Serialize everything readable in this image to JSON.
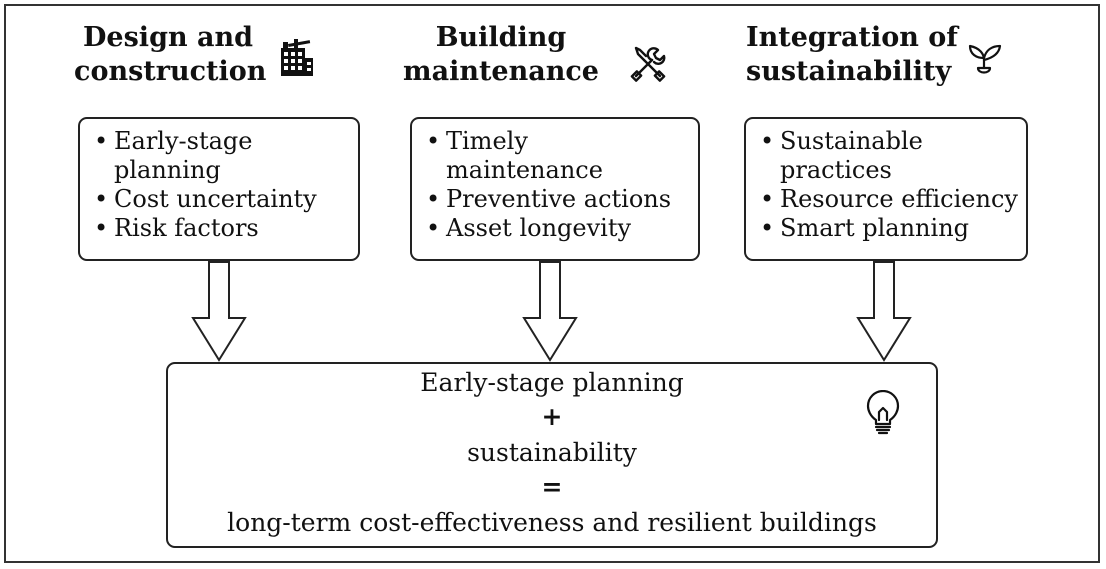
{
  "columns": [
    {
      "title_lines": [
        "Design and",
        "construction"
      ],
      "icon": "building-icon",
      "items": [
        "Early-stage planning",
        "Cost uncertainty",
        "Risk factors"
      ]
    },
    {
      "title_lines": [
        "Building",
        "maintenance"
      ],
      "icon": "tools-icon",
      "items": [
        "Timely maintenance",
        "Preventive actions",
        "Asset longevity"
      ]
    },
    {
      "title_lines": [
        "Integration of",
        "sustainability"
      ],
      "icon": "sprout-icon",
      "items": [
        "Sustainable practices",
        "Resource efficiency",
        "Smart planning"
      ]
    }
  ],
  "result": {
    "line1": "Early-stage planning",
    "op1": "+",
    "line2": "sustainability",
    "op2": "=",
    "line3": "long-term cost-effectiveness and resilient buildings",
    "icon": "lightbulb-icon"
  }
}
